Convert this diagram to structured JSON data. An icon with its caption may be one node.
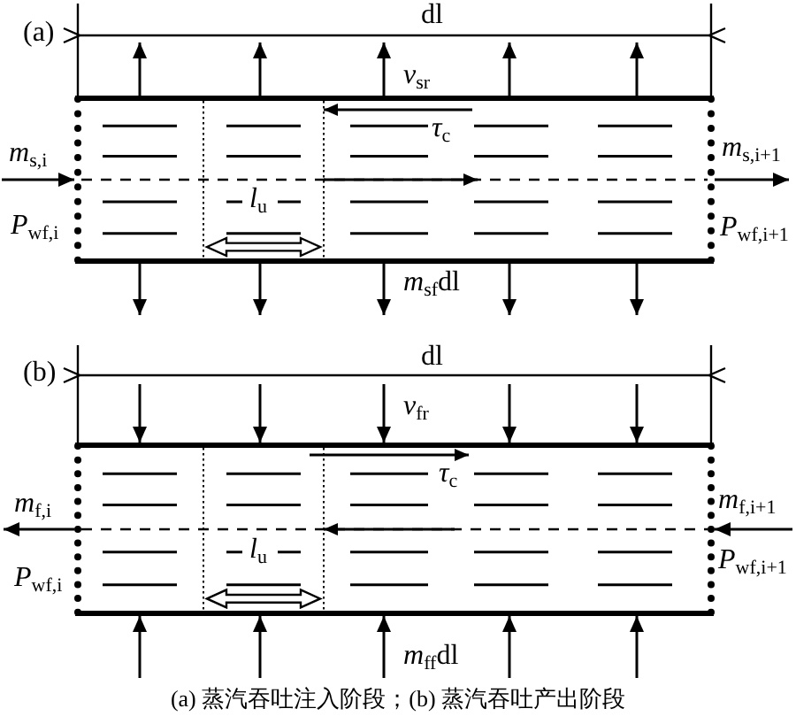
{
  "diagram": {
    "caption": "(a) 蒸汽吞吐注入阶段；(b) 蒸汽吞吐产出阶段",
    "nodes": [
      {
        "text": [],
        "shape": "box"
      },
      {
        "text": [],
        "shape": "box"
      }
    ],
    "edges": [
      {
        "from": 0,
        "to": null,
        "arrow": "to"
      },
      {
        "from": 0,
        "to": null,
        "arrow": "to"
      },
      {
        "from": 0,
        "to": null,
        "arrow": "to",
        "label": "*v*$_{sr}$"
      },
      {
        "from": 0,
        "to": null,
        "arrow": "to"
      },
      {
        "from": 0,
        "to": null,
        "arrow": "to"
      },
      {
        "from": 0,
        "to": null,
        "arrow": "to"
      },
      {
        "from": 0,
        "to": null,
        "arrow": "to"
      },
      {
        "from": 0,
        "to": null,
        "arrow": "to",
        "label": "*m*$_{sf}$dl"
      },
      {
        "from": 0,
        "to": null,
        "arrow": "to"
      },
      {
        "from": 0,
        "to": null,
        "arrow": "to"
      },
      {
        "from": null,
        "to": 0,
        "arrow": "to",
        "label": "*m*$_{s,i}$"
      },
      {
        "from": 0,
        "to": null,
        "arrow": "to",
        "label": "*m*$_{s,i+1}$"
      },
      {
        "from": null,
        "to": 1,
        "arrow": "to"
      },
      {
        "from": null,
        "to": 1,
        "arrow": "to"
      },
      {
        "from": null,
        "to": 1,
        "arrow": "to",
        "label": "*v*$_{fr}$"
      },
      {
        "from": null,
        "to": 1,
        "arrow": "to"
      },
      {
        "from": null,
        "to": 1,
        "arrow": "to"
      },
      {
        "from": null,
        "to": 1,
        "arrow": "to"
      },
      {
        "from": null,
        "to": 1,
        "arrow": "to"
      },
      {
        "from": null,
        "to": 1,
        "arrow": "to",
        "label": "*m*$_{ff}$dl"
      },
      {
        "from": null,
        "to": 1,
        "arrow": "to"
      },
      {
        "from": null,
        "to": 1,
        "arrow": "to"
      },
      {
        "from": 1,
        "to": null,
        "arrow": "to",
        "label": "*m*$_{f,i}$"
      },
      {
        "from": null,
        "to": 1,
        "arrow": "to",
        "label": "*m*$_{f,i+1}$"
      }
    ],
    "labels": [
      "(a)",
      "dl",
      "*τ*$_{c}$",
      "*P*$_{wf,i}$",
      "*l*$_{u}$",
      "*P*$_{wf,i+1}$",
      "(b)",
      "dl",
      "*τ*$_{c}$",
      "*P*$_{wf,i}$",
      "*l*$_{u}$",
      "*P*$_{wf,i+1}$"
    ]
  }
}
